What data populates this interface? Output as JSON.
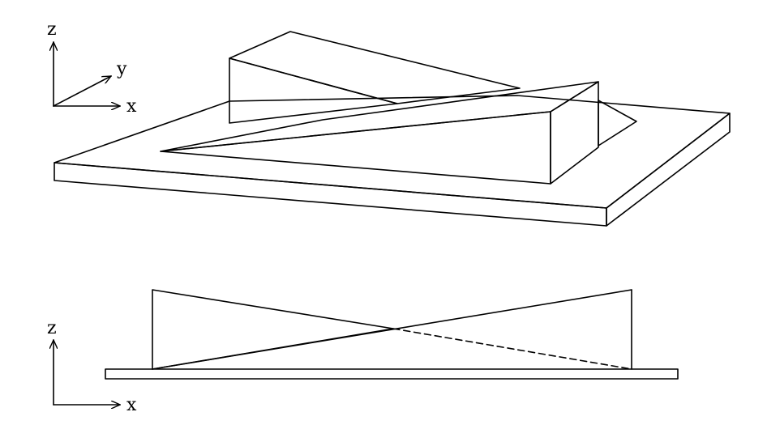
{
  "top_view": {
    "axes": {
      "z_label": "z",
      "y_label": "y",
      "x_label": "x"
    }
  },
  "bottom_view": {
    "axes": {
      "z_label": "z",
      "x_label": "x"
    }
  },
  "colors": {
    "background": "#ffffff",
    "stroke": "#000000",
    "light_face": "#d3d3d3",
    "dark_face": "#8a8a8a",
    "white_face": "#ffffff"
  }
}
